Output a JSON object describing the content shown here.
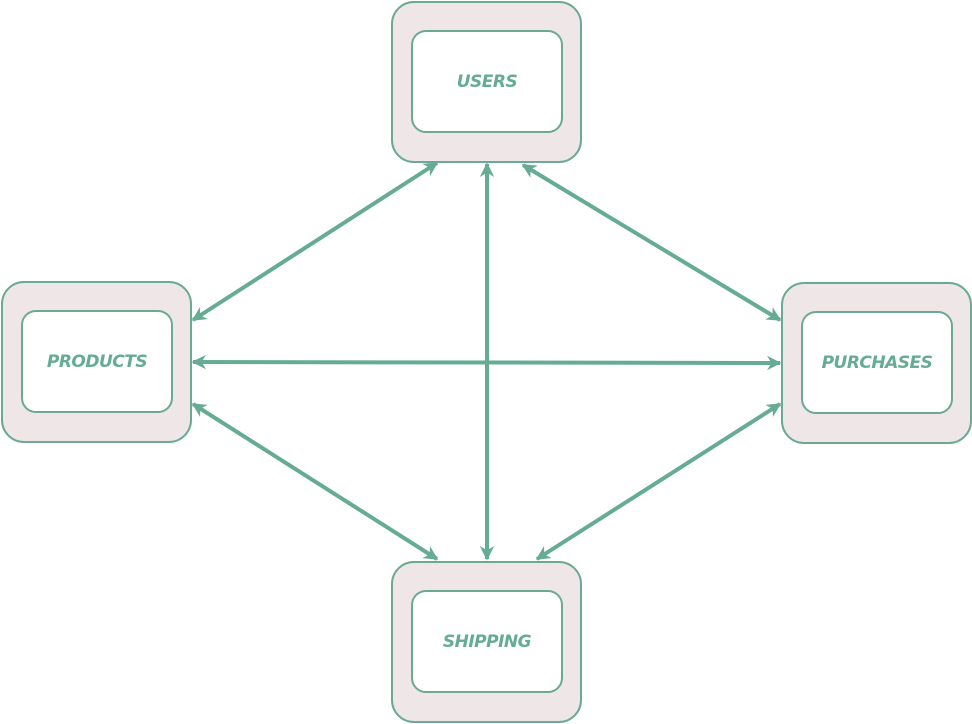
{
  "diagram": {
    "nodes": {
      "users": "USERS",
      "products": "PRODUCTS",
      "purchases": "PURCHASES",
      "shipping": "SHIPPING"
    },
    "edges": [
      {
        "from": "users",
        "to": "products",
        "direction": "both"
      },
      {
        "from": "users",
        "to": "shipping",
        "direction": "both"
      },
      {
        "from": "users",
        "to": "purchases",
        "direction": "both"
      },
      {
        "from": "products",
        "to": "purchases",
        "direction": "both"
      },
      {
        "from": "products",
        "to": "shipping",
        "direction": "both"
      },
      {
        "from": "purchases",
        "to": "shipping",
        "direction": "both"
      }
    ],
    "colors": {
      "accent": "#66ab94",
      "node_fill": "#efe6e8",
      "inner_fill": "#ffffff"
    }
  }
}
